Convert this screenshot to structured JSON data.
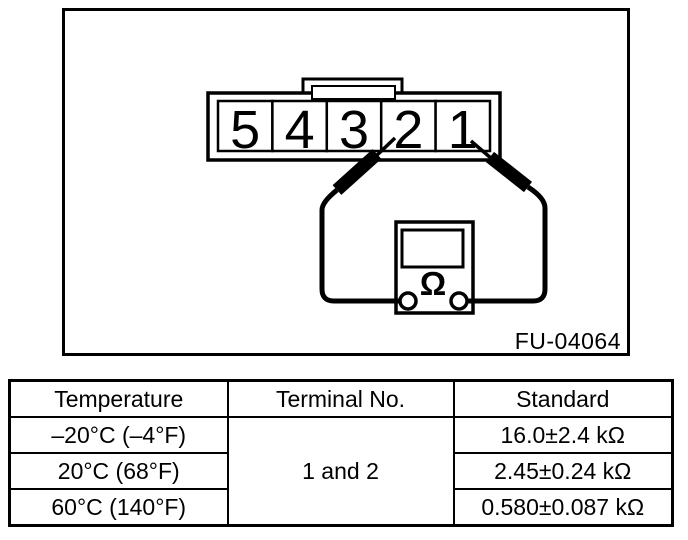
{
  "diagram": {
    "terminals": [
      "5",
      "4",
      "3",
      "2",
      "1"
    ],
    "meter_symbol": "Ω",
    "figure_code": "FU-04064"
  },
  "table": {
    "headers": [
      "Temperature",
      "Terminal No.",
      "Standard"
    ],
    "terminal_no": "1 and 2",
    "rows": [
      {
        "temperature": "–20°C (–4°F)",
        "standard": "16.0±2.4 kΩ"
      },
      {
        "temperature": "20°C (68°F)",
        "standard": "2.45±0.24 kΩ"
      },
      {
        "temperature": "60°C (140°F)",
        "standard": "0.580±0.087 kΩ"
      }
    ]
  },
  "colors": {
    "ink": "#000000",
    "paper": "#ffffff"
  }
}
